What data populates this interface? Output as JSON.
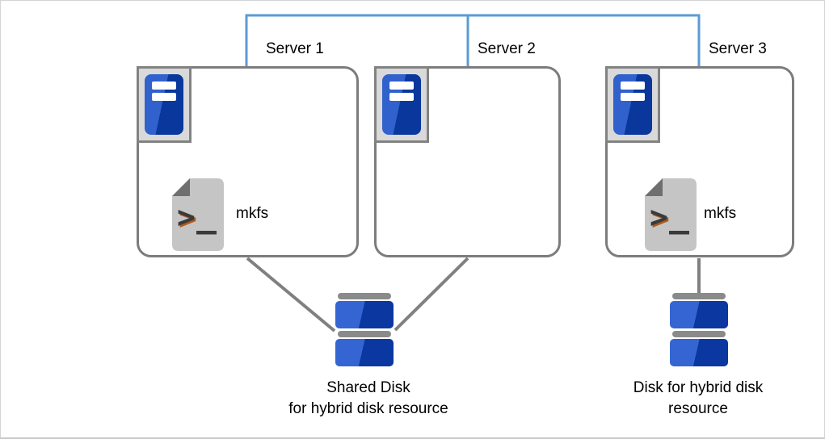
{
  "diagram": {
    "servers": [
      {
        "label": "Server 1",
        "script_label": "mkfs"
      },
      {
        "label": "Server 2"
      },
      {
        "label": "Server 3",
        "script_label": "mkfs"
      }
    ],
    "script_prompt_glyph": ">",
    "shared_disk": {
      "caption_line1": "Shared Disk",
      "caption_line2": "for hybrid disk resource"
    },
    "hybrid_disk": {
      "caption_line1": "Disk for hybrid disk",
      "caption_line2": "resource"
    },
    "colors": {
      "connector_blue": "#5b9bd5",
      "line_gray": "#808080",
      "box_border_gray": "#7c7c7c",
      "server_blue_light": "#3061cc",
      "server_blue_dark": "#09379c",
      "disk_blue_light": "#3565d3",
      "disk_blue_dark": "#0a37a0",
      "icon_panel_gray": "#d9d9d9",
      "document_gray": "#c5c5c5",
      "fold_gray": "#6f6f6f"
    }
  }
}
